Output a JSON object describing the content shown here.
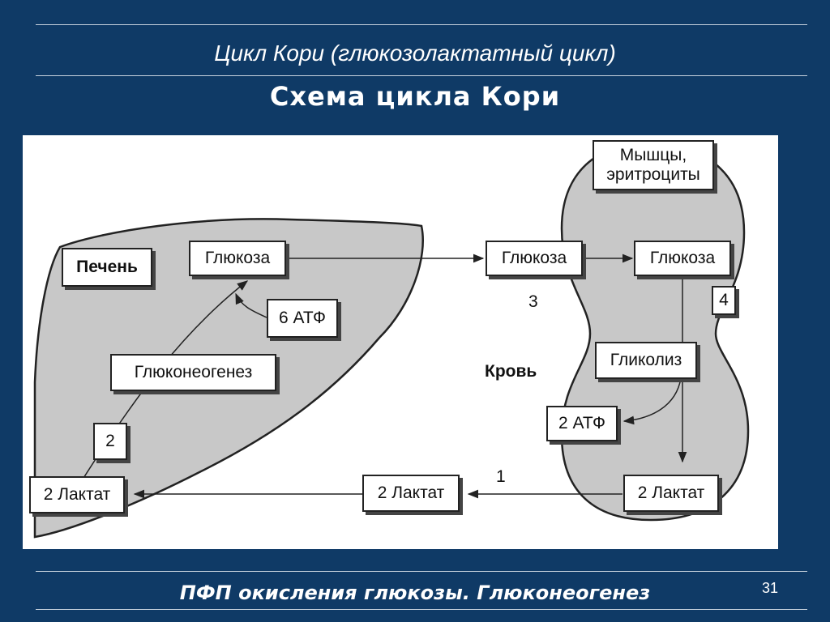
{
  "slide": {
    "title": "Цикл Кори (глюкозолактатный цикл)",
    "subtitle": "Схема цикла  Кори",
    "footer": "ПФП окисления глюкозы. Глюконеогенез",
    "page_number": "31"
  },
  "diagram": {
    "liver_label": "Печень",
    "muscle_label": "Мышцы, эритроциты",
    "blood_label": "Кровь",
    "liver_glucose": "Глюкоза",
    "atp_6": "6 АТФ",
    "gluconeogenesis": "Глюконеогенез",
    "step_2": "2",
    "liver_lactate": "2 Лактат",
    "blood_glucose": "Глюкоза",
    "step_3": "3",
    "muscle_glucose": "Глюкоза",
    "step_4": "4",
    "glycolysis": "Гликолиз",
    "atp_2": "2 АТФ",
    "blood_lactate": "2 Лактат",
    "step_1": "1",
    "muscle_lactate": "2 Лактат"
  },
  "colors": {
    "background": "#0f3a66",
    "panel": "#ffffff",
    "organ_fill": "#c8c8c8"
  }
}
